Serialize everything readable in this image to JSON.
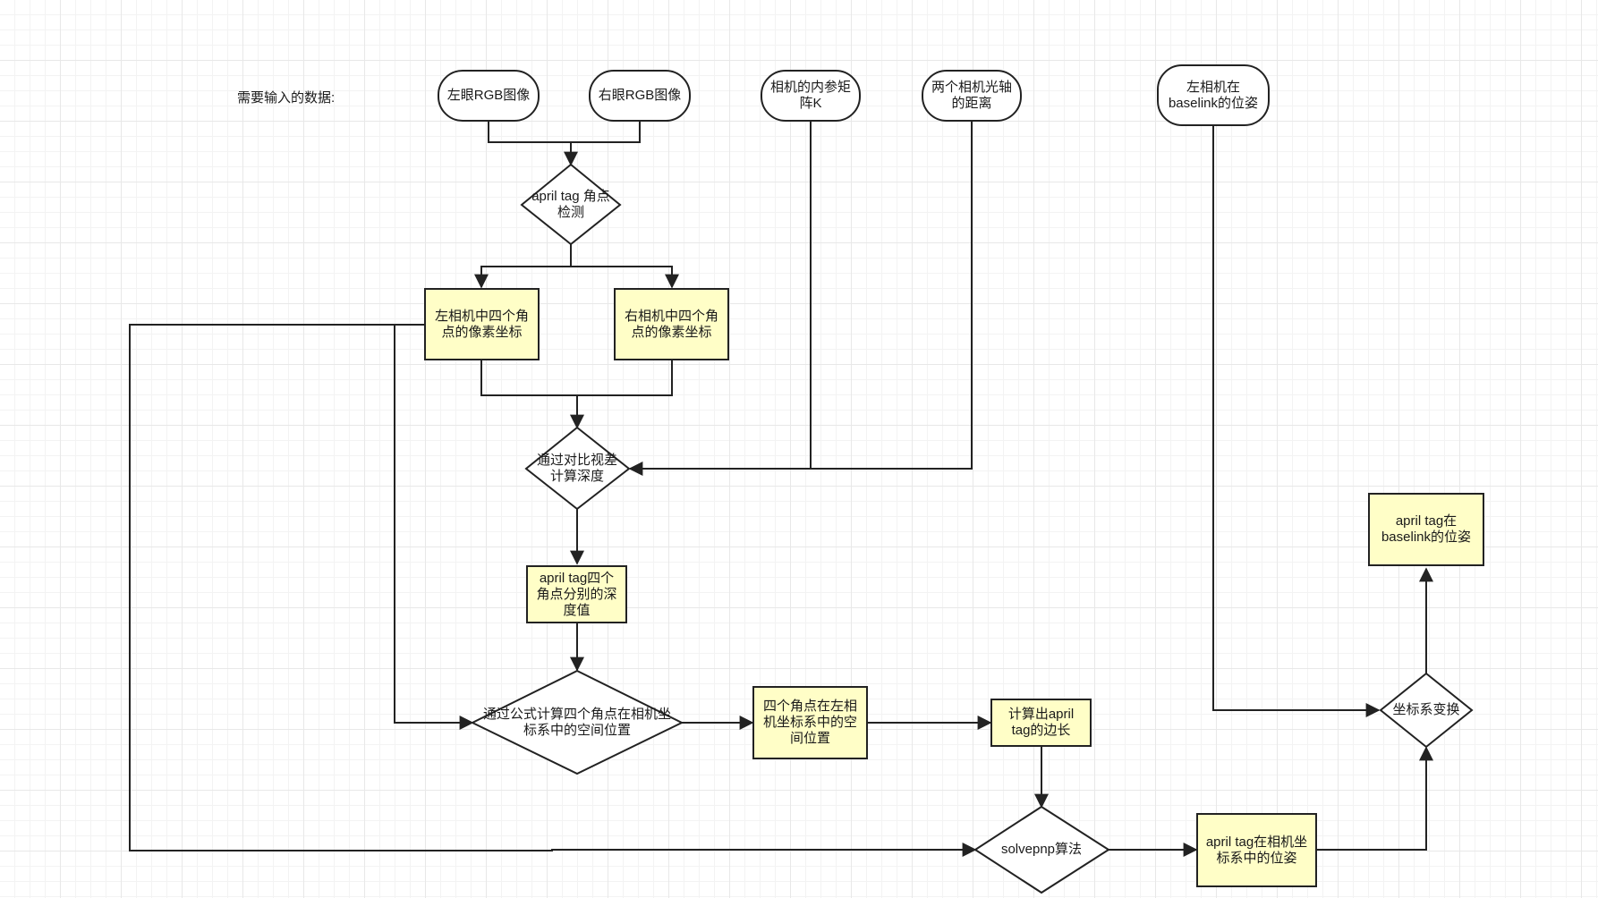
{
  "input_label": "需要输入的数据:",
  "inputs": {
    "left_rgb": "左眼RGB图像",
    "right_rgb": "右眼RGB图像",
    "intrinsics": "相机的内参矩阵K",
    "baseline": "两个相机光轴的距离",
    "left_cam_pose": "左相机在baselink的位姿"
  },
  "decisions": {
    "corner_detect": "april tag 角点检测",
    "disparity_depth": "通过对比视差计算深度",
    "formula_position": "通过公式计算四个角点在相机坐标系中的空间位置",
    "solvepnp": "solvepnp算法",
    "transform": "坐标系变换"
  },
  "processes": {
    "left_pixels": "左相机中四个角点的像素坐标",
    "right_pixels": "右相机中四个角点的像素坐标",
    "corner_depths": "april tag四个角点分别的深度值",
    "corner_positions": "四个角点在左相机坐标系中的空间位置",
    "edge_length": "计算出april tag的边长",
    "tag_in_camera": "april tag在相机坐标系中的位姿",
    "tag_in_baselink": "april tag在baselink的位姿"
  },
  "colors": {
    "process_fill": "#fffec7",
    "stroke": "#222222",
    "grid": "#e8e8e8"
  }
}
